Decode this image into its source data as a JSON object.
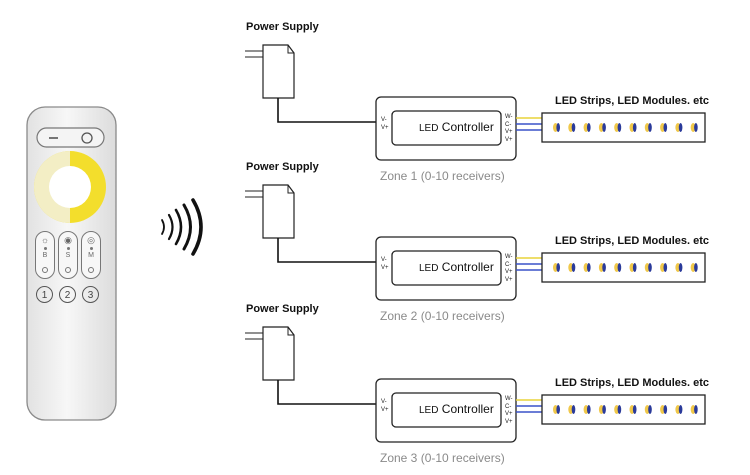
{
  "remote": {
    "groups": [
      {
        "top_icon": "☼",
        "letter": "B"
      },
      {
        "top_icon": "◉",
        "letter": "S"
      },
      {
        "top_icon": "◎",
        "letter": "M"
      }
    ],
    "zone_buttons": [
      "1",
      "2",
      "3"
    ],
    "wheel_colors": {
      "warm": "#f5e23a",
      "cool": "#fbf6d6",
      "center": "#ffffff"
    }
  },
  "zones": [
    {
      "power_supply_label": "Power Supply",
      "controller_prefix": "LED",
      "controller_label": "Controller",
      "input_pins": "V-\nV+",
      "output_pins": "W-\nC-\nV+\nV+",
      "zone_label": "Zone 1 (0-10 receivers)",
      "strip_label": "LED Strips, LED Modules. etc"
    },
    {
      "power_supply_label": "Power Supply",
      "controller_prefix": "LED",
      "controller_label": "Controller",
      "input_pins": "V-\nV+",
      "output_pins": "W-\nC-\nV+\nV+",
      "zone_label": "Zone 2 (0-10 receivers)",
      "strip_label": "LED Strips, LED Modules. etc"
    },
    {
      "power_supply_label": "Power Supply",
      "controller_prefix": "LED",
      "controller_label": "Controller",
      "input_pins": "V-\nV+",
      "output_pins": "W-\nC-\nV+\nV+",
      "zone_label": "Zone 3 (0-10 receivers)",
      "strip_label": "LED Strips, LED Modules. etc"
    }
  ],
  "colors": {
    "wire_yellow": "#e8d33a",
    "wire_blue": "#3a52c8",
    "led_warm": "#f0c84a",
    "led_cool": "#2a3a9a"
  }
}
